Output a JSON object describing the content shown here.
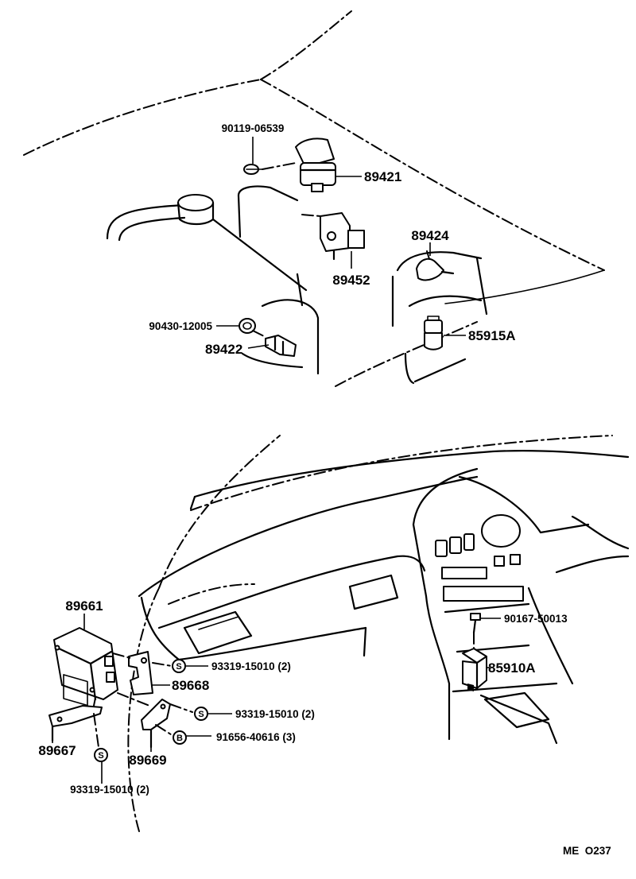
{
  "labels": {
    "p90119": "90119-06539",
    "p89421": "89421",
    "p89452": "89452",
    "p89424": "89424",
    "p90430": "90430-12005",
    "p89422": "89422",
    "p85915A": "85915A",
    "p89661": "89661",
    "p93319_a": "93319-15010 (2)",
    "p89668": "89668",
    "p93319_b": "93319-15010 (2)",
    "p91656": "91656-40616 (3)",
    "p89667": "89667",
    "p89669": "89669",
    "p93319_c": "93319-15010 (2)",
    "p90167": "90167-50013",
    "p85910A": "85910A",
    "code": "ME  O237"
  },
  "symbols": {
    "s": "S",
    "b": "B"
  }
}
